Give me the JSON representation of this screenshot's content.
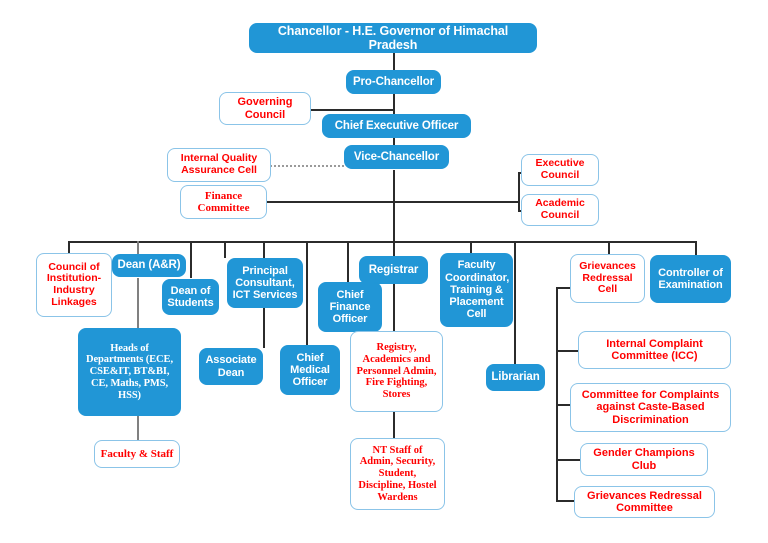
{
  "chart_data": {
    "type": "diagram",
    "title": "University Organizational Structure",
    "colors": {
      "blue_fill": "#2196d6",
      "blue_text": "#ffffff",
      "white_fill": "#ffffff",
      "red_text": "#ff0000",
      "box_border": "#8bc4e8",
      "connector": "#2b2b2b",
      "dotted_connector": "#9a9a9a"
    },
    "legend": {
      "blue_box": "Filled blue box with white bold text",
      "white_box": "White box with light-blue border and red bold text"
    },
    "nodes": [
      {
        "id": "chancellor",
        "label": "Chancellor - H.E. Governor of Himachal Pradesh",
        "style": "blue",
        "level": 0
      },
      {
        "id": "pro_chancellor",
        "label": "Pro-Chancellor",
        "style": "blue",
        "level": 1
      },
      {
        "id": "governing_council",
        "label": "Governing Council",
        "style": "white",
        "level": 1
      },
      {
        "id": "ceo",
        "label": "Chief Executive Officer",
        "style": "blue",
        "level": 2
      },
      {
        "id": "iqac",
        "label": "Internal Quality Assurance Cell",
        "style": "white",
        "level": 3
      },
      {
        "id": "vice_chancellor",
        "label": "Vice-Chancellor",
        "style": "blue",
        "level": 3
      },
      {
        "id": "executive_council",
        "label": "Executive Council",
        "style": "white",
        "level": 4
      },
      {
        "id": "academic_council",
        "label": "Academic Council",
        "style": "white",
        "level": 4
      },
      {
        "id": "finance_committee",
        "label": "Finance Committee",
        "style": "white",
        "font": "serif",
        "level": 4
      },
      {
        "id": "council_institution_industry",
        "label": "Council of Institution-Industry Linkages",
        "style": "white",
        "level": 5
      },
      {
        "id": "dean_ar",
        "label": "Dean (A&R)",
        "style": "blue",
        "level": 5
      },
      {
        "id": "dean_students",
        "label": "Dean of Students",
        "style": "blue",
        "level": 5
      },
      {
        "id": "principal_consultant",
        "label": "Principal Consultant, ICT Services",
        "style": "blue",
        "level": 5
      },
      {
        "id": "registrar",
        "label": "Registrar",
        "style": "blue",
        "level": 5
      },
      {
        "id": "faculty_coordinator",
        "label": "Faculty Coordinator, Training & Placement Cell",
        "style": "blue",
        "level": 5
      },
      {
        "id": "grievances_redressal_cell",
        "label": "Grievances Redressal Cell",
        "style": "white",
        "level": 5
      },
      {
        "id": "controller_examination",
        "label": "Controller of Examination",
        "style": "blue",
        "level": 5
      },
      {
        "id": "chief_finance_officer",
        "label": "Chief Finance Officer",
        "style": "blue",
        "level": 6
      },
      {
        "id": "heads_departments",
        "label": "Heads of Departments  (ECE, CSE&IT, BT&BI, CE, Maths, PMS, HSS)",
        "style": "blue",
        "font": "serif",
        "level": 6
      },
      {
        "id": "associate_dean",
        "label": "Associate Dean",
        "style": "blue",
        "level": 6
      },
      {
        "id": "chief_medical_officer",
        "label": "Chief Medical Officer",
        "style": "blue",
        "level": 6
      },
      {
        "id": "registry_admin",
        "label": "Registry, Academics and Personnel Admin, Fire Fighting, Stores",
        "style": "white",
        "font": "serif",
        "level": 6
      },
      {
        "id": "librarian",
        "label": "Librarian",
        "style": "blue",
        "level": 6
      },
      {
        "id": "internal_complaint_committee",
        "label": "Internal Complaint Committee (ICC)",
        "style": "white",
        "level": 6
      },
      {
        "id": "committee_caste",
        "label": "Committee for Complaints against Caste-Based Discrimination",
        "style": "white",
        "level": 6
      },
      {
        "id": "gender_champions_club",
        "label": "Gender Champions Club",
        "style": "white",
        "level": 7
      },
      {
        "id": "grievances_redressal_committee",
        "label": "Grievances Redressal Committee",
        "style": "white",
        "level": 7
      },
      {
        "id": "faculty_staff",
        "label": "Faculty & Staff",
        "style": "white",
        "font": "serif",
        "level": 7
      },
      {
        "id": "nt_staff",
        "label": "NT Staff of Admin, Security, Student, Discipline, Hostel Wardens",
        "style": "white",
        "font": "serif",
        "level": 7
      }
    ],
    "edges": [
      {
        "from": "chancellor",
        "to": "pro_chancellor",
        "type": "solid"
      },
      {
        "from": "pro_chancellor",
        "to": "ceo",
        "type": "solid"
      },
      {
        "from": "governing_council",
        "to": "ceo",
        "type": "solid"
      },
      {
        "from": "ceo",
        "to": "vice_chancellor",
        "type": "solid"
      },
      {
        "from": "iqac",
        "to": "vice_chancellor",
        "type": "dotted"
      },
      {
        "from": "vice_chancellor",
        "to": "executive_council",
        "type": "solid"
      },
      {
        "from": "vice_chancellor",
        "to": "academic_council",
        "type": "solid"
      },
      {
        "from": "vice_chancellor",
        "to": "finance_committee",
        "type": "solid"
      },
      {
        "from": "vice_chancellor",
        "to": "council_institution_industry",
        "type": "solid"
      },
      {
        "from": "vice_chancellor",
        "to": "dean_ar",
        "type": "solid"
      },
      {
        "from": "vice_chancellor",
        "to": "dean_students",
        "type": "solid"
      },
      {
        "from": "vice_chancellor",
        "to": "principal_consultant",
        "type": "solid"
      },
      {
        "from": "vice_chancellor",
        "to": "associate_dean",
        "type": "solid"
      },
      {
        "from": "vice_chancellor",
        "to": "chief_medical_officer",
        "type": "solid"
      },
      {
        "from": "vice_chancellor",
        "to": "chief_finance_officer",
        "type": "solid"
      },
      {
        "from": "vice_chancellor",
        "to": "registrar",
        "type": "solid"
      },
      {
        "from": "vice_chancellor",
        "to": "faculty_coordinator",
        "type": "solid"
      },
      {
        "from": "vice_chancellor",
        "to": "librarian",
        "type": "solid"
      },
      {
        "from": "vice_chancellor",
        "to": "grievances_redressal_cell",
        "type": "solid"
      },
      {
        "from": "vice_chancellor",
        "to": "controller_examination",
        "type": "solid"
      },
      {
        "from": "dean_ar",
        "to": "heads_departments",
        "type": "solid"
      },
      {
        "from": "heads_departments",
        "to": "faculty_staff",
        "type": "solid"
      },
      {
        "from": "registrar",
        "to": "registry_admin",
        "type": "solid"
      },
      {
        "from": "registry_admin",
        "to": "nt_staff",
        "type": "solid"
      },
      {
        "from": "grievances_redressal_cell",
        "to": "internal_complaint_committee",
        "type": "solid"
      },
      {
        "from": "grievances_redressal_cell",
        "to": "committee_caste",
        "type": "solid"
      },
      {
        "from": "grievances_redressal_cell",
        "to": "gender_champions_club",
        "type": "solid"
      },
      {
        "from": "grievances_redressal_cell",
        "to": "grievances_redressal_committee",
        "type": "solid"
      }
    ]
  },
  "nodes": {
    "chancellor": "Chancellor - H.E. Governor of Himachal Pradesh",
    "pro_chancellor": "Pro-Chancellor",
    "governing_council": "Governing Council",
    "ceo": "Chief Executive Officer",
    "iqac": "Internal Quality Assurance Cell",
    "vice_chancellor": "Vice-Chancellor",
    "executive_council": "Executive Council",
    "academic_council": "Academic Council",
    "finance_committee": "Finance Committee",
    "council_institution_industry": "Council of Institution-Industry Linkages",
    "dean_ar": "Dean (A&R)",
    "dean_students": "Dean of Students",
    "principal_consultant": "Principal Consultant, ICT Services",
    "registrar": "Registrar",
    "faculty_coordinator": "Faculty Coordinator, Training & Placement Cell",
    "grievances_redressal_cell": "Grievances Redressal Cell",
    "controller_examination": "Controller of Examination",
    "chief_finance_officer": "Chief Finance Officer",
    "heads_departments": "Heads of Departments  (ECE, CSE&IT, BT&BI, CE, Maths, PMS, HSS)",
    "associate_dean": "Associate Dean",
    "chief_medical_officer": "Chief Medical Officer",
    "registry_admin": "Registry, Academics and Personnel Admin, Fire Fighting, Stores",
    "librarian": "Librarian",
    "internal_complaint_committee": "Internal Complaint Committee (ICC)",
    "committee_caste": "Committee for Complaints against Caste-Based Discrimination",
    "gender_champions_club": "Gender Champions Club",
    "grievances_redressal_committee": "Grievances Redressal Committee",
    "faculty_staff": "Faculty & Staff",
    "nt_staff": "NT Staff of Admin, Security, Student, Discipline, Hostel Wardens"
  }
}
